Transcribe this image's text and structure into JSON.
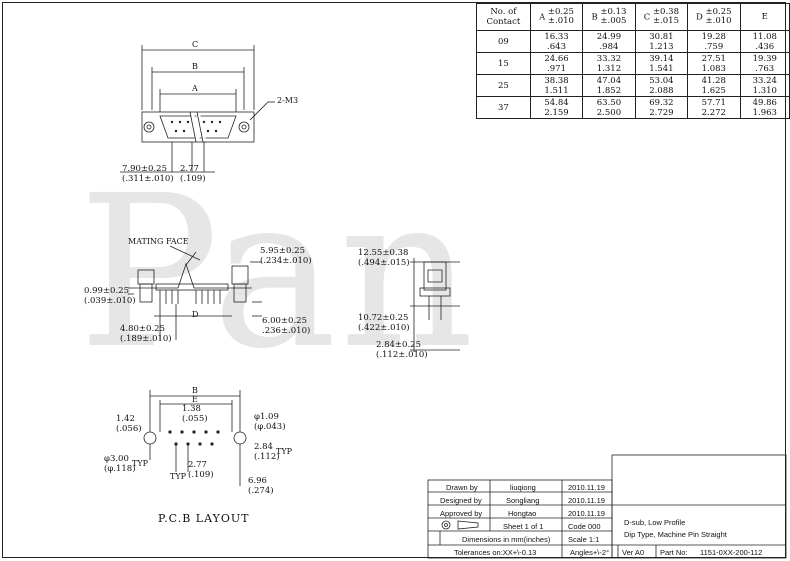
{
  "watermark": "Pan",
  "top_view": {
    "dim_c": "C",
    "dim_b": "B",
    "dim_a": "A",
    "screw": "2-M3",
    "left_dim": [
      "7.90±0.25",
      "(.311±.010)"
    ],
    "right_dim": [
      "2.77",
      "(.109)"
    ]
  },
  "side_view": {
    "mating_face": "MATING FACE",
    "d": "D",
    "dim_595": [
      "5.95±0.25",
      "(.234±.010)"
    ],
    "dim_099": [
      "0.99±0.25",
      "(.039±.010)"
    ],
    "dim_600": [
      "6.00±0.25",
      ".236±.010)"
    ],
    "dim_480": [
      "4.80±0.25",
      "(.189±.010)"
    ]
  },
  "end_view": {
    "dim_1255": [
      "12.55±0.38",
      "(.494±.015)"
    ],
    "dim_1072": [
      "10.72±0.25",
      "(.422±.010)"
    ],
    "dim_284": [
      "2.84±0.25",
      "(.112±.010)"
    ]
  },
  "pcb": {
    "title": "P.C.B  LAYOUT",
    "b": "B",
    "e": "E",
    "d142": [
      "1.42",
      "(.056)"
    ],
    "d138": [
      "1.38",
      "(.055)"
    ],
    "d109": [
      "φ1.09",
      "(φ.043)"
    ],
    "d300": [
      "φ3.00",
      "(φ.118)"
    ],
    "typ1": "TYP",
    "d284": [
      "2.84",
      "(.112)"
    ],
    "typ2": "TYP",
    "d277": [
      "2.77",
      "(.109)"
    ],
    "typ3": "TYP",
    "d696": [
      "6.96",
      "(.274)"
    ]
  },
  "spec_table": {
    "headers": [
      {
        "main": "No. of\nContact",
        "tol": ""
      },
      {
        "main": "A",
        "tol": "±0.25\n±.010"
      },
      {
        "main": "B",
        "tol": "±0.13\n±.005"
      },
      {
        "main": "C",
        "tol": "±0.38\n±.015"
      },
      {
        "main": "D",
        "tol": "±0.25\n±.010"
      },
      {
        "main": "E",
        "tol": ""
      }
    ],
    "rows": [
      {
        "n": "09",
        "a": [
          "16.33",
          ".643"
        ],
        "b": [
          "24.99",
          ".984"
        ],
        "c": [
          "30.81",
          "1.213"
        ],
        "d": [
          "19.28",
          ".759"
        ],
        "e": [
          "11.08",
          ".436"
        ]
      },
      {
        "n": "15",
        "a": [
          "24.66",
          ".971"
        ],
        "b": [
          "33.32",
          "1.312"
        ],
        "c": [
          "39.14",
          "1.541"
        ],
        "d": [
          "27.51",
          "1.083"
        ],
        "e": [
          "19.39",
          ".763"
        ]
      },
      {
        "n": "25",
        "a": [
          "38.38",
          "1.511"
        ],
        "b": [
          "47.04",
          "1.852"
        ],
        "c": [
          "53.04",
          "2.088"
        ],
        "d": [
          "41.28",
          "1.625"
        ],
        "e": [
          "33.24",
          "1.310"
        ]
      },
      {
        "n": "37",
        "a": [
          "54.84",
          "2.159"
        ],
        "b": [
          "63.50",
          "2.500"
        ],
        "c": [
          "69.32",
          "2.729"
        ],
        "d": [
          "57.71",
          "2.272"
        ],
        "e": [
          "49.86",
          "1.963"
        ]
      }
    ]
  },
  "title_block": {
    "drawn_by_label": "Drawn  by",
    "drawn_by": "liuqiong",
    "drawn_date": "2010.11.19",
    "designed_by_label": "Designed by",
    "designed_by": "Songliang",
    "designed_date": "2010.11.19",
    "approved_by_label": "Approved by",
    "approved_by": "Hongtao",
    "approved_date": "2010.11.19",
    "sheet": "Sheet  1 of 1",
    "code": "Code  000",
    "dimensions": "Dimensions in mm(inches)",
    "scale": "Scale 1:1",
    "tolerances": "Tolerances on:XX+\\-0.13",
    "angles": "Angles+\\-2°",
    "ver": "Ver A0",
    "part_no_label": "Part No:",
    "part_no": "1151-0XX-200-112",
    "desc1": "D-sub, Low Profile",
    "desc2": "Dip Type, Machine Pin Straight"
  }
}
